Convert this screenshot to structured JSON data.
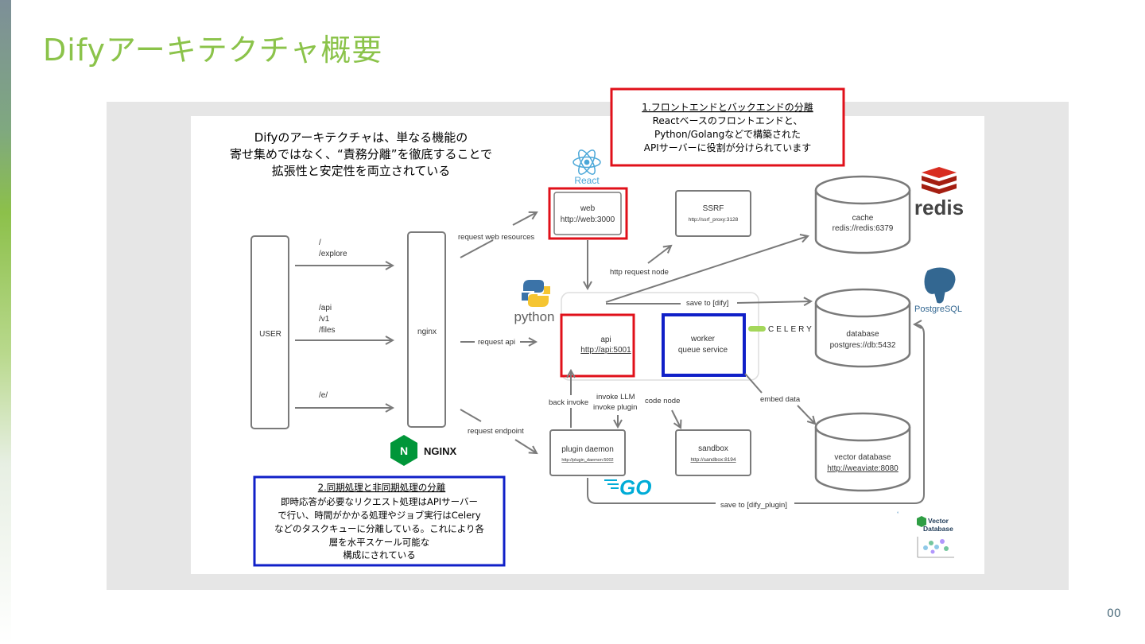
{
  "slide": {
    "title": "Difyアーキテクチャ概要",
    "page_number": "00"
  },
  "intro": {
    "line1": "Difyのアーキテクチャは、単なる機能の",
    "line2": "寄せ集めではなく、“責務分離”を徹底することで",
    "line3": "拡張性と安定性を両立されている"
  },
  "callout_frontend": {
    "heading": "1.フロントエンドとバックエンドの分離",
    "line1": "Reactベースのフロントエンドと、",
    "line2": "Python/Golangなどで構築された",
    "line3": "APIサーバーに役割が分けられています"
  },
  "callout_async": {
    "heading": "2.同期処理と非同期処理の分離",
    "line1": "即時応答が必要なリクエスト処理はAPIサーバー",
    "line2": "で行い、時間がかかる処理やジョブ実行はCelery",
    "line3": "などのタスクキューに分離している。これにより各",
    "line4": "層を水平スケール可能な",
    "line5": "構成にされている"
  },
  "nodes": {
    "user": "USER",
    "nginx": "nginx",
    "web": {
      "name": "web",
      "url": "http://web:3000"
    },
    "ssrf": {
      "name": "SSRF",
      "url": "http://ssrf_proxy:3128"
    },
    "api": {
      "name": "api",
      "url": "http://api:5001"
    },
    "worker": {
      "name": "worker",
      "desc": "queue service"
    },
    "plugin_daemon": {
      "name": "plugin daemon",
      "url": "http://plugin_daemon:5002"
    },
    "sandbox": {
      "name": "sandbox",
      "url": "http://sandbox:8194"
    },
    "cache": {
      "name": "cache",
      "url": "redis://redis:6379"
    },
    "database": {
      "name": "database",
      "url": "postgres://db:5432"
    },
    "vector_db": {
      "name": "vector database",
      "url": "http://weaviate:8080"
    }
  },
  "routes": {
    "r1a": "/",
    "r1b": "/explore",
    "r2a": "/api",
    "r2b": "/v1",
    "r2c": "/files",
    "r3": "/e/"
  },
  "edges": {
    "request_web_resources": "request web resources",
    "request_api": "request api",
    "request_endpoint": "request endpoint",
    "http_request_node": "http request node",
    "save_to_dify": "save to [dify]",
    "back_invoke": "back invoke",
    "invoke_llm": "invoke LLM",
    "invoke_plugin": "invoke plugin",
    "code_node": "code node",
    "embed_data": "embed data",
    "save_to_dify_plugin": "save to [dify_plugin]"
  },
  "logos": {
    "react": "React",
    "python": "python",
    "celery": "CELERY",
    "nginx": "NGINX",
    "go": "GO",
    "redis": "redis",
    "postgresql": "PostgreSQL",
    "vector_line1": "Vector",
    "vector_line2": "Database"
  },
  "colors": {
    "title_green": "#8bc34a",
    "highlight_red": "#e0101a",
    "highlight_blue": "#1020c8",
    "flow_gray": "#7a7a7a",
    "react_blue": "#4aa7d8",
    "redis_red": "#d82c20",
    "nginx_green": "#009639",
    "go_blue": "#00acd7",
    "postgres_blue": "#336791"
  }
}
